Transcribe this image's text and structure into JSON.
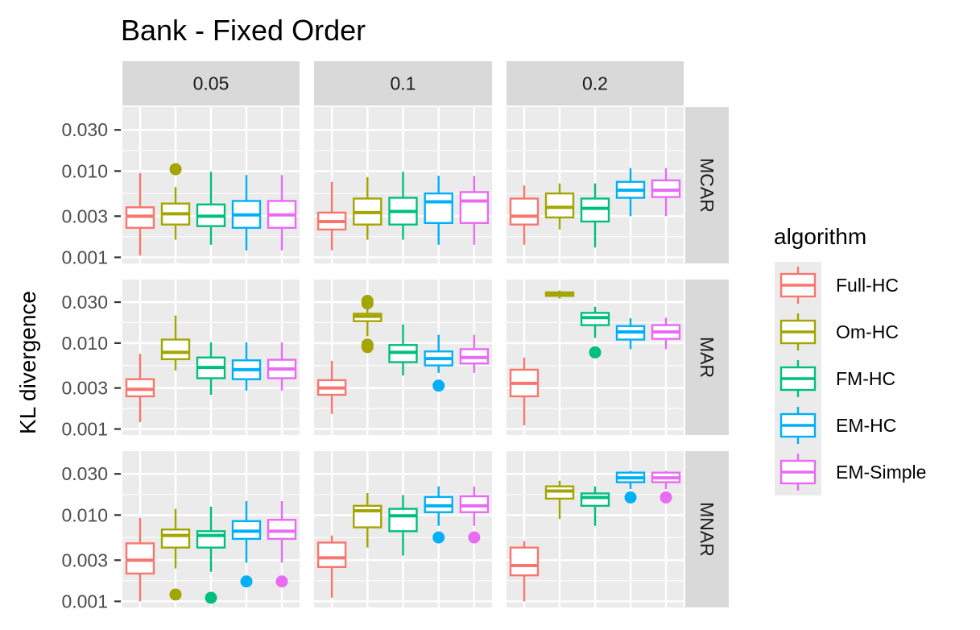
{
  "chart_data": {
    "type": "boxplot",
    "title": "Bank - Fixed Order",
    "ylabel": "KL divergence",
    "xlabel": "",
    "y_scale": "log10",
    "ylim": [
      0.00085,
      0.055
    ],
    "y_ticks": [
      0.001,
      0.003,
      0.01,
      0.03
    ],
    "y_tick_labels": [
      "0.001",
      "0.003",
      "0.010",
      "0.030"
    ],
    "grid": true,
    "legend_position": "right",
    "legend_title": "algorithm",
    "facet_cols": [
      "0.05",
      "0.1",
      "0.2"
    ],
    "facet_rows": [
      "MCAR",
      "MAR",
      "MNAR"
    ],
    "algorithms": [
      {
        "name": "Full-HC",
        "color": "#F8766D"
      },
      {
        "name": "Om-HC",
        "color": "#A3A500"
      },
      {
        "name": "FM-HC",
        "color": "#00BF7D"
      },
      {
        "name": "EM-HC",
        "color": "#00B0F6"
      },
      {
        "name": "EM-Simple",
        "color": "#E76BF3"
      }
    ],
    "panels": [
      {
        "row": "MCAR",
        "col": "0.05",
        "boxes": [
          {
            "min": 0.00105,
            "q1": 0.0022,
            "median": 0.003,
            "q3": 0.0038,
            "max": 0.0095,
            "outliers": []
          },
          {
            "min": 0.0016,
            "q1": 0.0024,
            "median": 0.0032,
            "q3": 0.0042,
            "max": 0.0065,
            "outliers": [
              0.0105
            ]
          },
          {
            "min": 0.0014,
            "q1": 0.0023,
            "median": 0.003,
            "q3": 0.0041,
            "max": 0.0098,
            "outliers": []
          },
          {
            "min": 0.0012,
            "q1": 0.0022,
            "median": 0.0031,
            "q3": 0.0045,
            "max": 0.009,
            "outliers": []
          },
          {
            "min": 0.0012,
            "q1": 0.0022,
            "median": 0.0031,
            "q3": 0.0045,
            "max": 0.009,
            "outliers": []
          }
        ]
      },
      {
        "row": "MCAR",
        "col": "0.1",
        "boxes": [
          {
            "min": 0.0012,
            "q1": 0.0021,
            "median": 0.0026,
            "q3": 0.0033,
            "max": 0.0075,
            "outliers": []
          },
          {
            "min": 0.0016,
            "q1": 0.0024,
            "median": 0.0033,
            "q3": 0.0048,
            "max": 0.0085,
            "outliers": []
          },
          {
            "min": 0.0016,
            "q1": 0.0024,
            "median": 0.0034,
            "q3": 0.0049,
            "max": 0.0098,
            "outliers": []
          },
          {
            "min": 0.0014,
            "q1": 0.0025,
            "median": 0.0044,
            "q3": 0.0055,
            "max": 0.0088,
            "outliers": []
          },
          {
            "min": 0.0014,
            "q1": 0.0025,
            "median": 0.0045,
            "q3": 0.0057,
            "max": 0.0088,
            "outliers": []
          }
        ]
      },
      {
        "row": "MCAR",
        "col": "0.2",
        "boxes": [
          {
            "min": 0.0014,
            "q1": 0.0024,
            "median": 0.003,
            "q3": 0.0048,
            "max": 0.0068,
            "outliers": []
          },
          {
            "min": 0.0021,
            "q1": 0.0029,
            "median": 0.0038,
            "q3": 0.0055,
            "max": 0.0072,
            "outliers": []
          },
          {
            "min": 0.0013,
            "q1": 0.0026,
            "median": 0.0037,
            "q3": 0.0048,
            "max": 0.0072,
            "outliers": []
          },
          {
            "min": 0.003,
            "q1": 0.0049,
            "median": 0.006,
            "q3": 0.0075,
            "max": 0.0108,
            "outliers": []
          },
          {
            "min": 0.003,
            "q1": 0.005,
            "median": 0.006,
            "q3": 0.0078,
            "max": 0.0108,
            "outliers": []
          }
        ]
      },
      {
        "row": "MAR",
        "col": "0.05",
        "boxes": [
          {
            "min": 0.0012,
            "q1": 0.0024,
            "median": 0.0029,
            "q3": 0.0038,
            "max": 0.0075,
            "outliers": []
          },
          {
            "min": 0.0048,
            "q1": 0.0065,
            "median": 0.0078,
            "q3": 0.011,
            "max": 0.021,
            "outliers": []
          },
          {
            "min": 0.0025,
            "q1": 0.0039,
            "median": 0.0052,
            "q3": 0.0068,
            "max": 0.0102,
            "outliers": []
          },
          {
            "min": 0.0028,
            "q1": 0.0038,
            "median": 0.0049,
            "q3": 0.0063,
            "max": 0.0102,
            "outliers": []
          },
          {
            "min": 0.0028,
            "q1": 0.0039,
            "median": 0.005,
            "q3": 0.0064,
            "max": 0.0102,
            "outliers": []
          }
        ]
      },
      {
        "row": "MAR",
        "col": "0.1",
        "boxes": [
          {
            "min": 0.0015,
            "q1": 0.0025,
            "median": 0.003,
            "q3": 0.0037,
            "max": 0.0062,
            "outliers": []
          },
          {
            "min": 0.012,
            "q1": 0.018,
            "median": 0.0205,
            "q3": 0.022,
            "max": 0.025,
            "outliers": [
              0.009,
              0.0096,
              0.029,
              0.031
            ]
          },
          {
            "min": 0.0042,
            "q1": 0.006,
            "median": 0.0078,
            "q3": 0.0095,
            "max": 0.0165,
            "outliers": []
          },
          {
            "min": 0.0045,
            "q1": 0.0055,
            "median": 0.0066,
            "q3": 0.008,
            "max": 0.0125,
            "outliers": [
              0.0032
            ]
          },
          {
            "min": 0.0045,
            "q1": 0.0058,
            "median": 0.0068,
            "q3": 0.0085,
            "max": 0.0125,
            "outliers": []
          }
        ]
      },
      {
        "row": "MAR",
        "col": "0.2",
        "boxes": [
          {
            "min": 0.0011,
            "q1": 0.0024,
            "median": 0.0034,
            "q3": 0.0049,
            "max": 0.0068,
            "outliers": []
          },
          {
            "min": 0.033,
            "q1": 0.0355,
            "median": 0.0375,
            "q3": 0.039,
            "max": 0.041,
            "outliers": []
          },
          {
            "min": 0.0115,
            "q1": 0.0162,
            "median": 0.0198,
            "q3": 0.0225,
            "max": 0.0265,
            "outliers": [
              0.0078
            ]
          },
          {
            "min": 0.0085,
            "q1": 0.011,
            "median": 0.0135,
            "q3": 0.0158,
            "max": 0.0195,
            "outliers": []
          },
          {
            "min": 0.0085,
            "q1": 0.0112,
            "median": 0.0135,
            "q3": 0.0162,
            "max": 0.0198,
            "outliers": []
          }
        ]
      },
      {
        "row": "MNAR",
        "col": "0.05",
        "boxes": [
          {
            "min": 0.001,
            "q1": 0.0021,
            "median": 0.003,
            "q3": 0.0047,
            "max": 0.0093,
            "outliers": []
          },
          {
            "min": 0.0024,
            "q1": 0.0042,
            "median": 0.0058,
            "q3": 0.0068,
            "max": 0.0118,
            "outliers": [
              0.0012
            ]
          },
          {
            "min": 0.0022,
            "q1": 0.0042,
            "median": 0.0058,
            "q3": 0.0065,
            "max": 0.0125,
            "outliers": [
              0.0011
            ]
          },
          {
            "min": 0.0028,
            "q1": 0.0053,
            "median": 0.0065,
            "q3": 0.0085,
            "max": 0.0145,
            "outliers": [
              0.0017
            ]
          },
          {
            "min": 0.0028,
            "q1": 0.0053,
            "median": 0.0065,
            "q3": 0.0088,
            "max": 0.0145,
            "outliers": [
              0.0017
            ]
          }
        ]
      },
      {
        "row": "MNAR",
        "col": "0.1",
        "boxes": [
          {
            "min": 0.0011,
            "q1": 0.0025,
            "median": 0.0032,
            "q3": 0.0048,
            "max": 0.0058,
            "outliers": []
          },
          {
            "min": 0.0042,
            "q1": 0.0072,
            "median": 0.0112,
            "q3": 0.0128,
            "max": 0.018,
            "outliers": []
          },
          {
            "min": 0.0034,
            "q1": 0.0065,
            "median": 0.0098,
            "q3": 0.0118,
            "max": 0.017,
            "outliers": []
          },
          {
            "min": 0.0075,
            "q1": 0.0108,
            "median": 0.0128,
            "q3": 0.0162,
            "max": 0.0215,
            "outliers": [
              0.0055
            ]
          },
          {
            "min": 0.0075,
            "q1": 0.0108,
            "median": 0.0128,
            "q3": 0.0165,
            "max": 0.0215,
            "outliers": [
              0.0055
            ]
          }
        ]
      },
      {
        "row": "MNAR",
        "col": "0.2",
        "boxes": [
          {
            "min": 0.001,
            "q1": 0.002,
            "median": 0.0026,
            "q3": 0.0042,
            "max": 0.005,
            "outliers": []
          },
          {
            "min": 0.009,
            "q1": 0.0155,
            "median": 0.019,
            "q3": 0.0215,
            "max": 0.025,
            "outliers": []
          },
          {
            "min": 0.0075,
            "q1": 0.0128,
            "median": 0.016,
            "q3": 0.0178,
            "max": 0.0215,
            "outliers": []
          },
          {
            "min": 0.02,
            "q1": 0.024,
            "median": 0.027,
            "q3": 0.031,
            "max": 0.0325,
            "outliers": [
              0.016
            ]
          },
          {
            "min": 0.02,
            "q1": 0.024,
            "median": 0.027,
            "q3": 0.031,
            "max": 0.0325,
            "outliers": [
              0.016
            ]
          }
        ]
      }
    ]
  }
}
